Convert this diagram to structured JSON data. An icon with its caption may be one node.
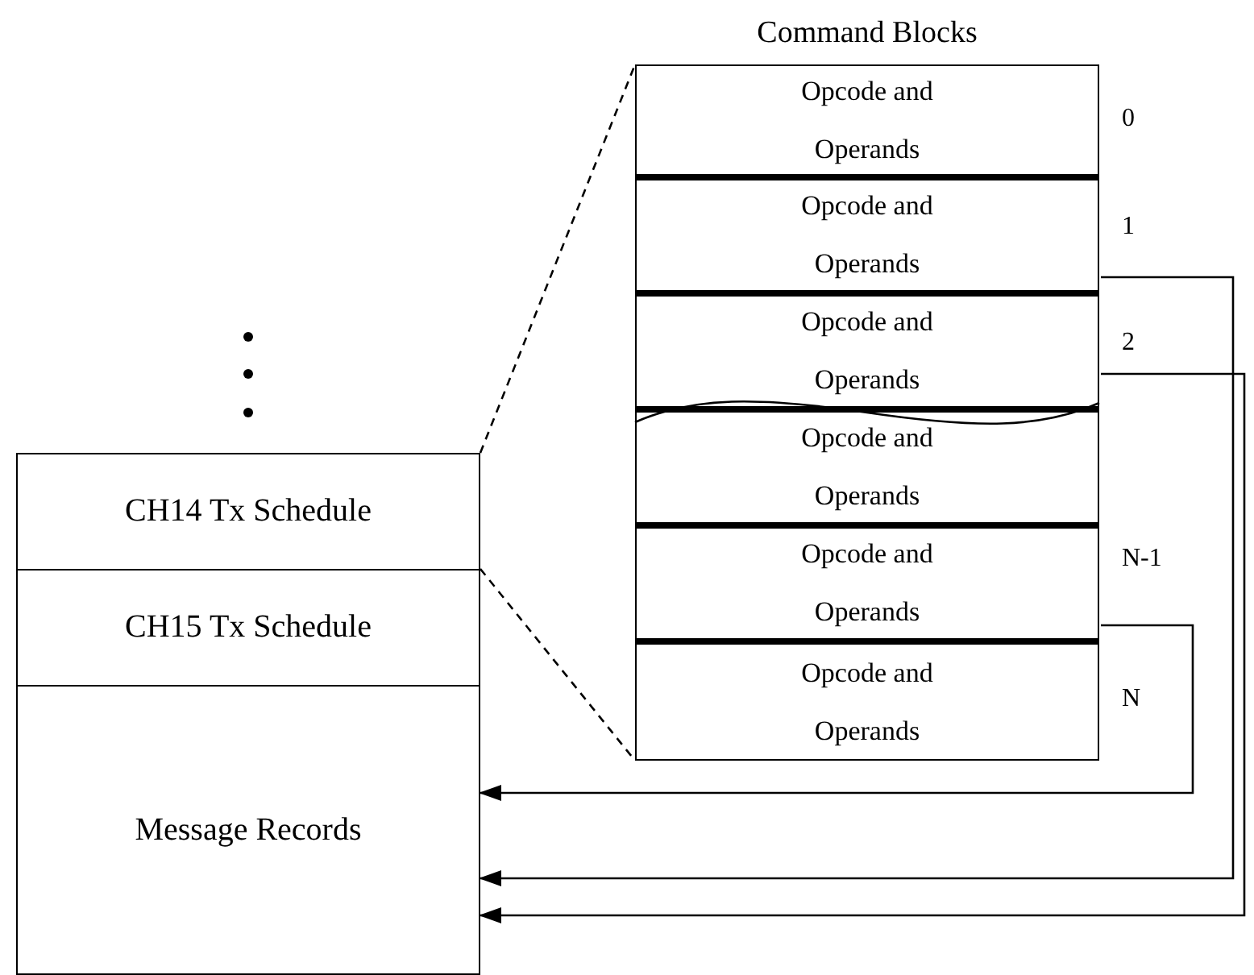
{
  "diagram": {
    "nodes": [
      {
        "text": [
          "CH14 Tx Schedule"
        ]
      },
      {
        "text": [
          "CH15 Tx Schedule"
        ]
      },
      {
        "text": [
          "Message Records"
        ]
      },
      {
        "text": [
          "Command Blocks"
        ]
      },
      {
        "text": [
          "Opcode and Operands"
        ],
        "in": 3,
        "beside": [
          "0"
        ]
      },
      {
        "text": [
          "Opcode and Operands"
        ],
        "in": 3,
        "beside": [
          "1"
        ]
      },
      {
        "text": [
          "Opcode and Operands"
        ],
        "in": 3,
        "beside": [
          "2"
        ]
      },
      {
        "text": [
          "Opcode and Operands"
        ],
        "in": 3
      },
      {
        "text": [
          "Opcode and Operands"
        ],
        "in": 3,
        "beside": [
          "N-1"
        ]
      },
      {
        "text": [
          "Opcode and Operands"
        ],
        "in": 3,
        "beside": [
          "N"
        ]
      }
    ],
    "edges": [
      {
        "from": 5,
        "to": 2,
        "arrow": "to"
      },
      {
        "from": 6,
        "to": 2,
        "arrow": "to"
      },
      {
        "from": 8,
        "to": 2,
        "arrow": "to"
      },
      {
        "from": 0,
        "to": 3,
        "arrow": "none",
        "style": "dashed"
      },
      {
        "from": 0,
        "to": 3,
        "arrow": "none",
        "style": "dashed"
      }
    ]
  }
}
